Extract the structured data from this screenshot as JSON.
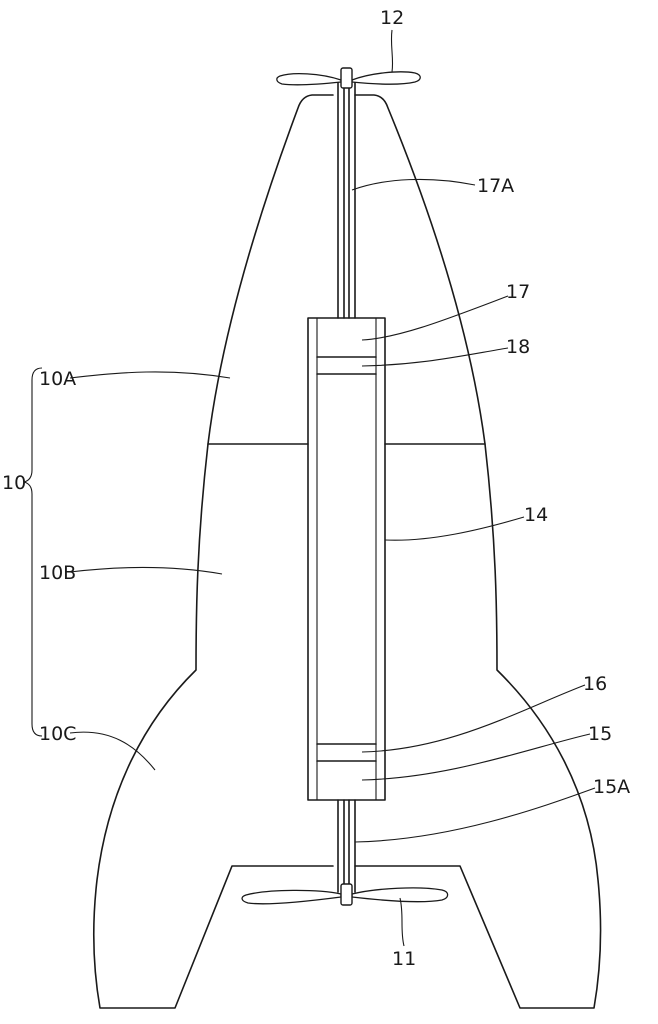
{
  "figure": {
    "labels": {
      "l12": "12",
      "l17A": "17A",
      "l17": "17",
      "l18": "18",
      "l10A": "10A",
      "l10": "10",
      "l14": "14",
      "l10B": "10B",
      "l16": "16",
      "l15": "15",
      "l10C": "10C",
      "l15A": "15A",
      "l11": "11"
    }
  }
}
